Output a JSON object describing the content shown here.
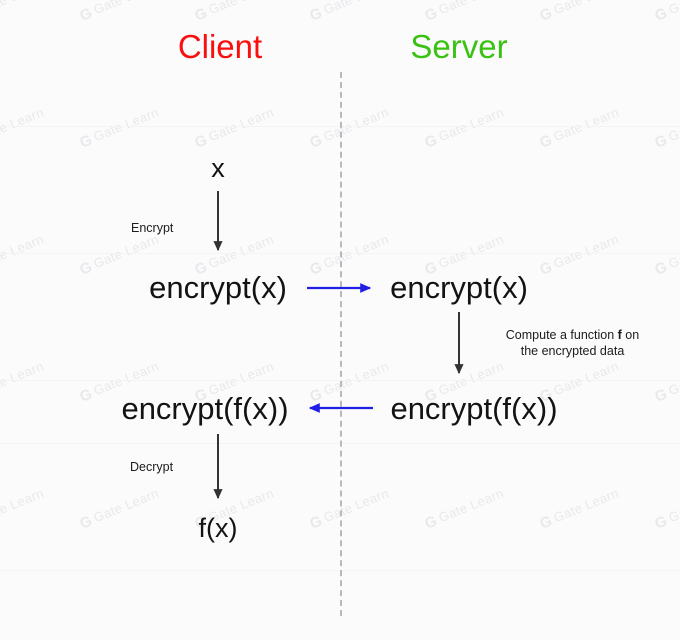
{
  "diagram": {
    "title_client": "Client",
    "title_server": "Server",
    "colors": {
      "client": "#fa0f0f",
      "server": "#3ac213",
      "node_text": "#131313",
      "black_arrow": "#333333",
      "blue_arrow": "#1f1fe6",
      "divider": "#b9b9bd",
      "background": "#fbfbfc",
      "watermark": "#e9e9ec"
    },
    "divider": {
      "name": "client-server-boundary"
    },
    "watermark": {
      "mark": "G",
      "text": "Gate Learn"
    },
    "nodes": {
      "client_plaintext": "x",
      "client_ciphertext": "encrypt(x)",
      "server_ciphertext": "encrypt(x)",
      "server_result": "encrypt(f(x))",
      "client_result": "encrypt(f(x))",
      "client_plaintext_result": "f(x)"
    },
    "edges": {
      "encrypt_label": "Encrypt",
      "decrypt_label": "Decrypt",
      "compute_label_line1_pre": "Compute a function ",
      "compute_label_bold": "f",
      "compute_label_line1_post": " on",
      "compute_label_line2": "the encrypted data",
      "send_to_server": "send-ciphertext-to-server-arrow",
      "return_to_client": "return-ciphertext-to-client-arrow"
    }
  }
}
